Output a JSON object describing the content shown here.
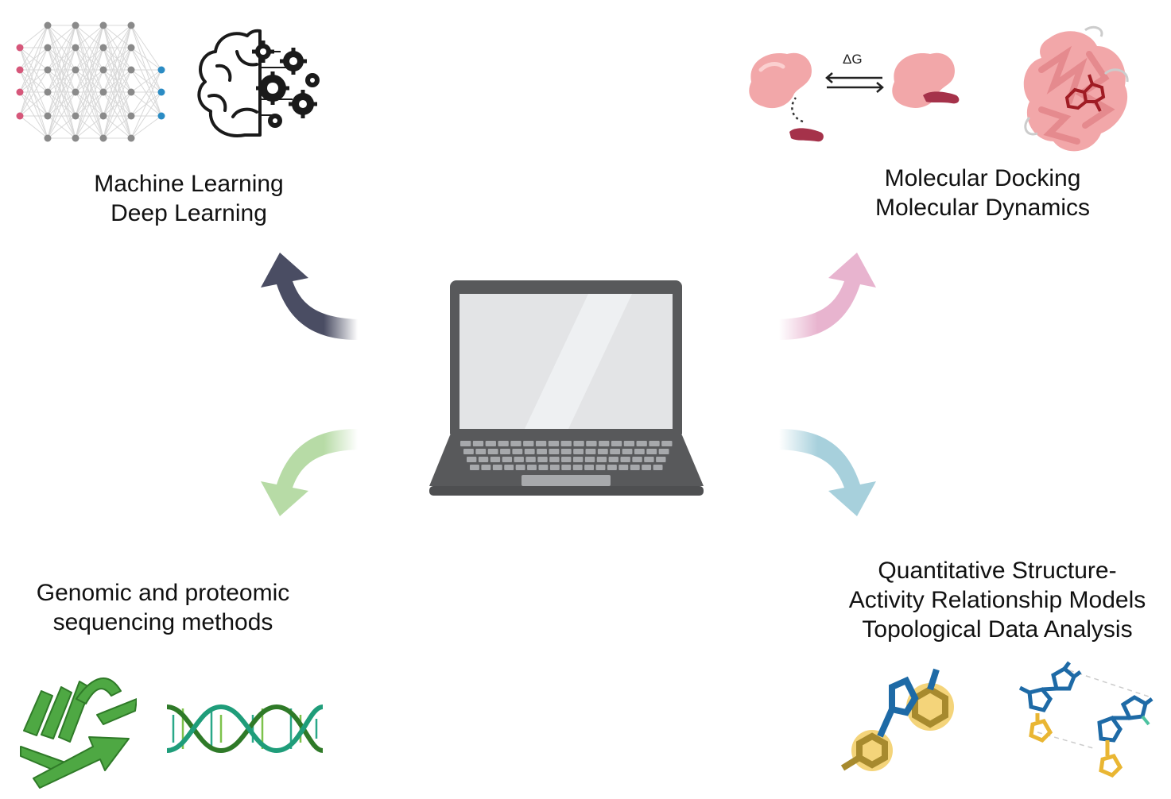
{
  "center": {
    "icon": "laptop-icon"
  },
  "delta_g_label": "ΔG",
  "branches": [
    {
      "id": "ml",
      "lines": [
        "Machine Learning",
        "Deep Learning"
      ],
      "arrow_color": "#4a4d63",
      "icons": [
        "neural-network-icon",
        "brain-gears-icon"
      ]
    },
    {
      "id": "docking",
      "lines": [
        "Molecular Docking",
        "Molecular Dynamics"
      ],
      "arrow_color": "#e8b4cf",
      "icons": [
        "protein-binding-icon",
        "protein-ligand-structure-icon"
      ]
    },
    {
      "id": "sequencing",
      "lines": [
        "Genomic and proteomic",
        "sequencing methods"
      ],
      "arrow_color": "#b7dba6",
      "icons": [
        "protein-ribbon-icon",
        "dna-helix-icon"
      ]
    },
    {
      "id": "qsar",
      "lines": [
        "Quantitative Structure-",
        "Activity Relationship Models",
        "Topological Data Analysis"
      ],
      "arrow_color": "#a7d0dc",
      "icons": [
        "molecule-structure-icon",
        "molecule-network-icon"
      ]
    }
  ]
}
